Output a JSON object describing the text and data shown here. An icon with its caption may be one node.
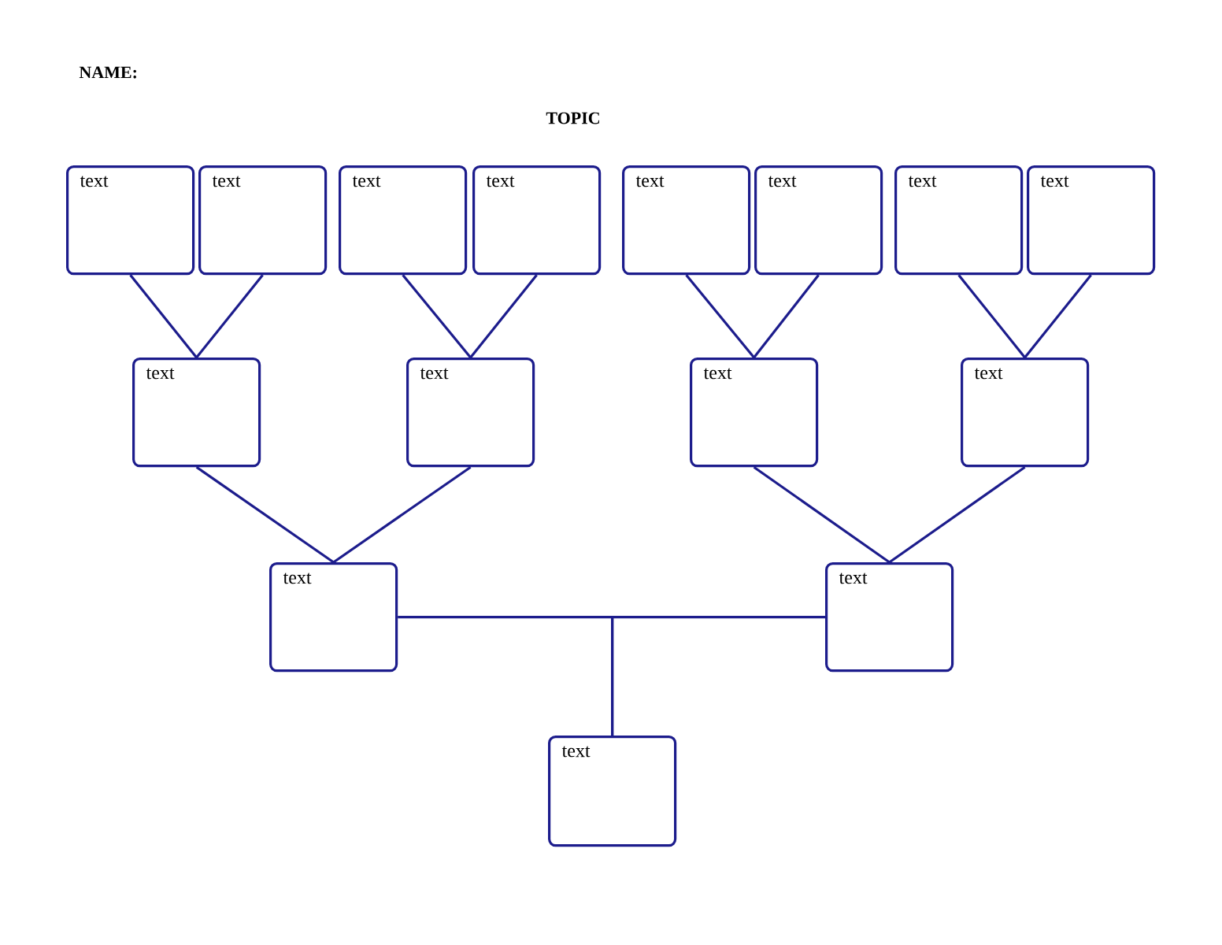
{
  "diagram": {
    "title": "TOPIC",
    "nodes": [
      {
        "text": [
          "text"
        ]
      },
      {
        "text": [
          "text"
        ]
      },
      {
        "text": [
          "text"
        ]
      },
      {
        "text": [
          "text"
        ]
      },
      {
        "text": [
          "text"
        ]
      },
      {
        "text": [
          "text"
        ]
      },
      {
        "text": [
          "text"
        ]
      },
      {
        "text": [
          "text"
        ]
      },
      {
        "text": [
          "text"
        ]
      },
      {
        "text": [
          "text"
        ]
      },
      {
        "text": [
          "text"
        ]
      },
      {
        "text": [
          "text"
        ]
      },
      {
        "text": [
          "text"
        ]
      },
      {
        "text": [
          "text"
        ]
      },
      {
        "text": [
          "text"
        ]
      }
    ],
    "edges": [
      {
        "from": 0,
        "to": 8,
        "arrow": "none"
      },
      {
        "from": 1,
        "to": 8,
        "arrow": "none"
      },
      {
        "from": 2,
        "to": 9,
        "arrow": "none"
      },
      {
        "from": 3,
        "to": 9,
        "arrow": "none"
      },
      {
        "from": 4,
        "to": 10,
        "arrow": "none"
      },
      {
        "from": 5,
        "to": 10,
        "arrow": "none"
      },
      {
        "from": 6,
        "to": 11,
        "arrow": "none"
      },
      {
        "from": 7,
        "to": 11,
        "arrow": "none"
      },
      {
        "from": 8,
        "to": 12,
        "arrow": "none"
      },
      {
        "from": 9,
        "to": 12,
        "arrow": "none"
      },
      {
        "from": 10,
        "to": 13,
        "arrow": "none"
      },
      {
        "from": 11,
        "to": 13,
        "arrow": "none"
      },
      {
        "from": 12,
        "to": 14,
        "arrow": "none"
      },
      {
        "from": 13,
        "to": 14,
        "arrow": "none"
      }
    ],
    "labels": [
      "NAME:"
    ]
  }
}
